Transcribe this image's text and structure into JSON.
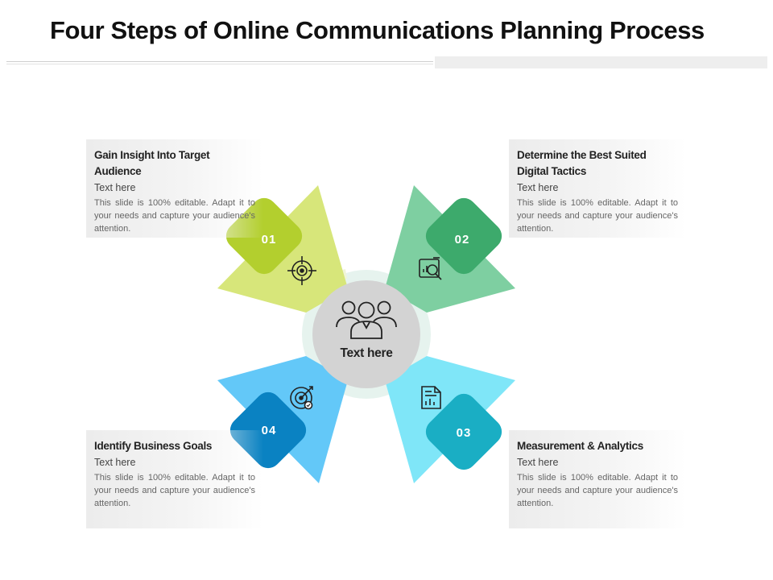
{
  "title": "Four Steps of Online Communications Planning Process",
  "center": {
    "label": "Text here",
    "icon": "team-icon"
  },
  "steps": [
    {
      "number": "01",
      "title": "Gain Insight Into Target Audience",
      "subtitle": "Text here",
      "body": "This slide is 100% editable. Adapt it to your needs and capture your audience's attention.",
      "icon": "target-icon",
      "color_light": "#d7e67a",
      "color_dark": "#b3cf2e"
    },
    {
      "number": "02",
      "title": "Determine the Best Suited Digital Tactics",
      "subtitle": "Text here",
      "body": "This slide is 100% editable. Adapt it to your needs and capture your audience's attention.",
      "icon": "analytics-search-icon",
      "color_light": "#7ecfa1",
      "color_dark": "#3daa6c"
    },
    {
      "number": "03",
      "title": "Measurement & Analytics",
      "subtitle": "Text here",
      "body": "This slide is 100% editable. Adapt it to your needs and capture your audience's attention.",
      "icon": "report-icon",
      "color_light": "#7fe6f8",
      "color_dark": "#1aaec4"
    },
    {
      "number": "04",
      "title": "Identify Business Goals",
      "subtitle": "Text here",
      "body": "This slide is 100% editable. Adapt it to your needs and capture your audience's attention.",
      "icon": "goal-icon",
      "color_light": "#63c8f8",
      "color_dark": "#0a82c2"
    }
  ]
}
